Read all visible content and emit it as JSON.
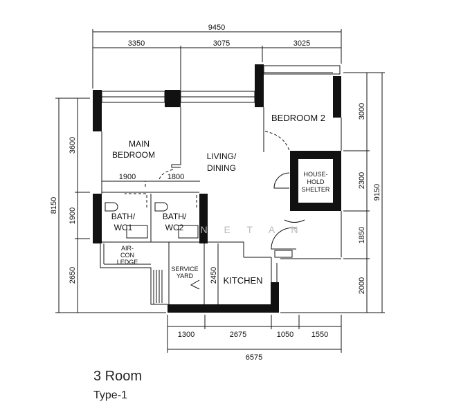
{
  "plan": {
    "title": "3 Room",
    "subtitle": "Type-1",
    "watermark": "N E T A N",
    "rooms": {
      "main_bedroom": [
        "MAIN",
        "BEDROOM"
      ],
      "bedroom_2": "BEDROOM  2",
      "living_dining": [
        "LIVING/",
        "DINING"
      ],
      "household_shelter": [
        "HOUSE-",
        "HOLD",
        "SHELTER"
      ],
      "bath_wc1": [
        "BATH/",
        "WC1"
      ],
      "bath_wc2": [
        "BATH/",
        "WC2"
      ],
      "aircon_ledge": [
        "AIR-",
        "CON",
        "LEDGE"
      ],
      "service_yard": [
        "SERVICE",
        "YARD"
      ],
      "kitchen": "KITCHEN"
    },
    "dimensions": {
      "top_total": "9450",
      "top": [
        "3350",
        "3075",
        "3025"
      ],
      "left_total": "8150",
      "left": [
        "3600",
        "1900",
        "2650"
      ],
      "right_total": "9150",
      "right": [
        "3000",
        "2300",
        "1850",
        "2000"
      ],
      "bottom": [
        "1300",
        "2675",
        "1050",
        "1550"
      ],
      "bottom_total": "6575",
      "bath_widths": [
        "1900",
        "1800"
      ],
      "service_yard": "2450"
    }
  }
}
